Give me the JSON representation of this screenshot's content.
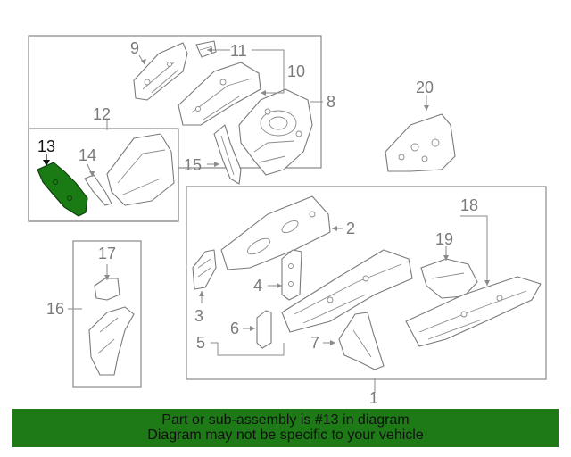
{
  "diagram": {
    "highlighted_part": "13",
    "callouts": {
      "c1": "1",
      "c2": "2",
      "c3": "3",
      "c4": "4",
      "c5": "5",
      "c6": "6",
      "c7": "7",
      "c8": "8",
      "c9": "9",
      "c10": "10",
      "c11": "11",
      "c12": "12",
      "c13": "13",
      "c14": "14",
      "c15": "15",
      "c16": "16",
      "c17": "17",
      "c18": "18",
      "c19": "19",
      "c20": "20"
    },
    "colors": {
      "highlight": "#1a7a14",
      "banner": "#1d7a16",
      "line": "#8a8a8a"
    }
  },
  "banner": {
    "line1": "Part or sub-assembly is #13 in diagram",
    "line2": "Diagram may not be specific to your vehicle"
  }
}
